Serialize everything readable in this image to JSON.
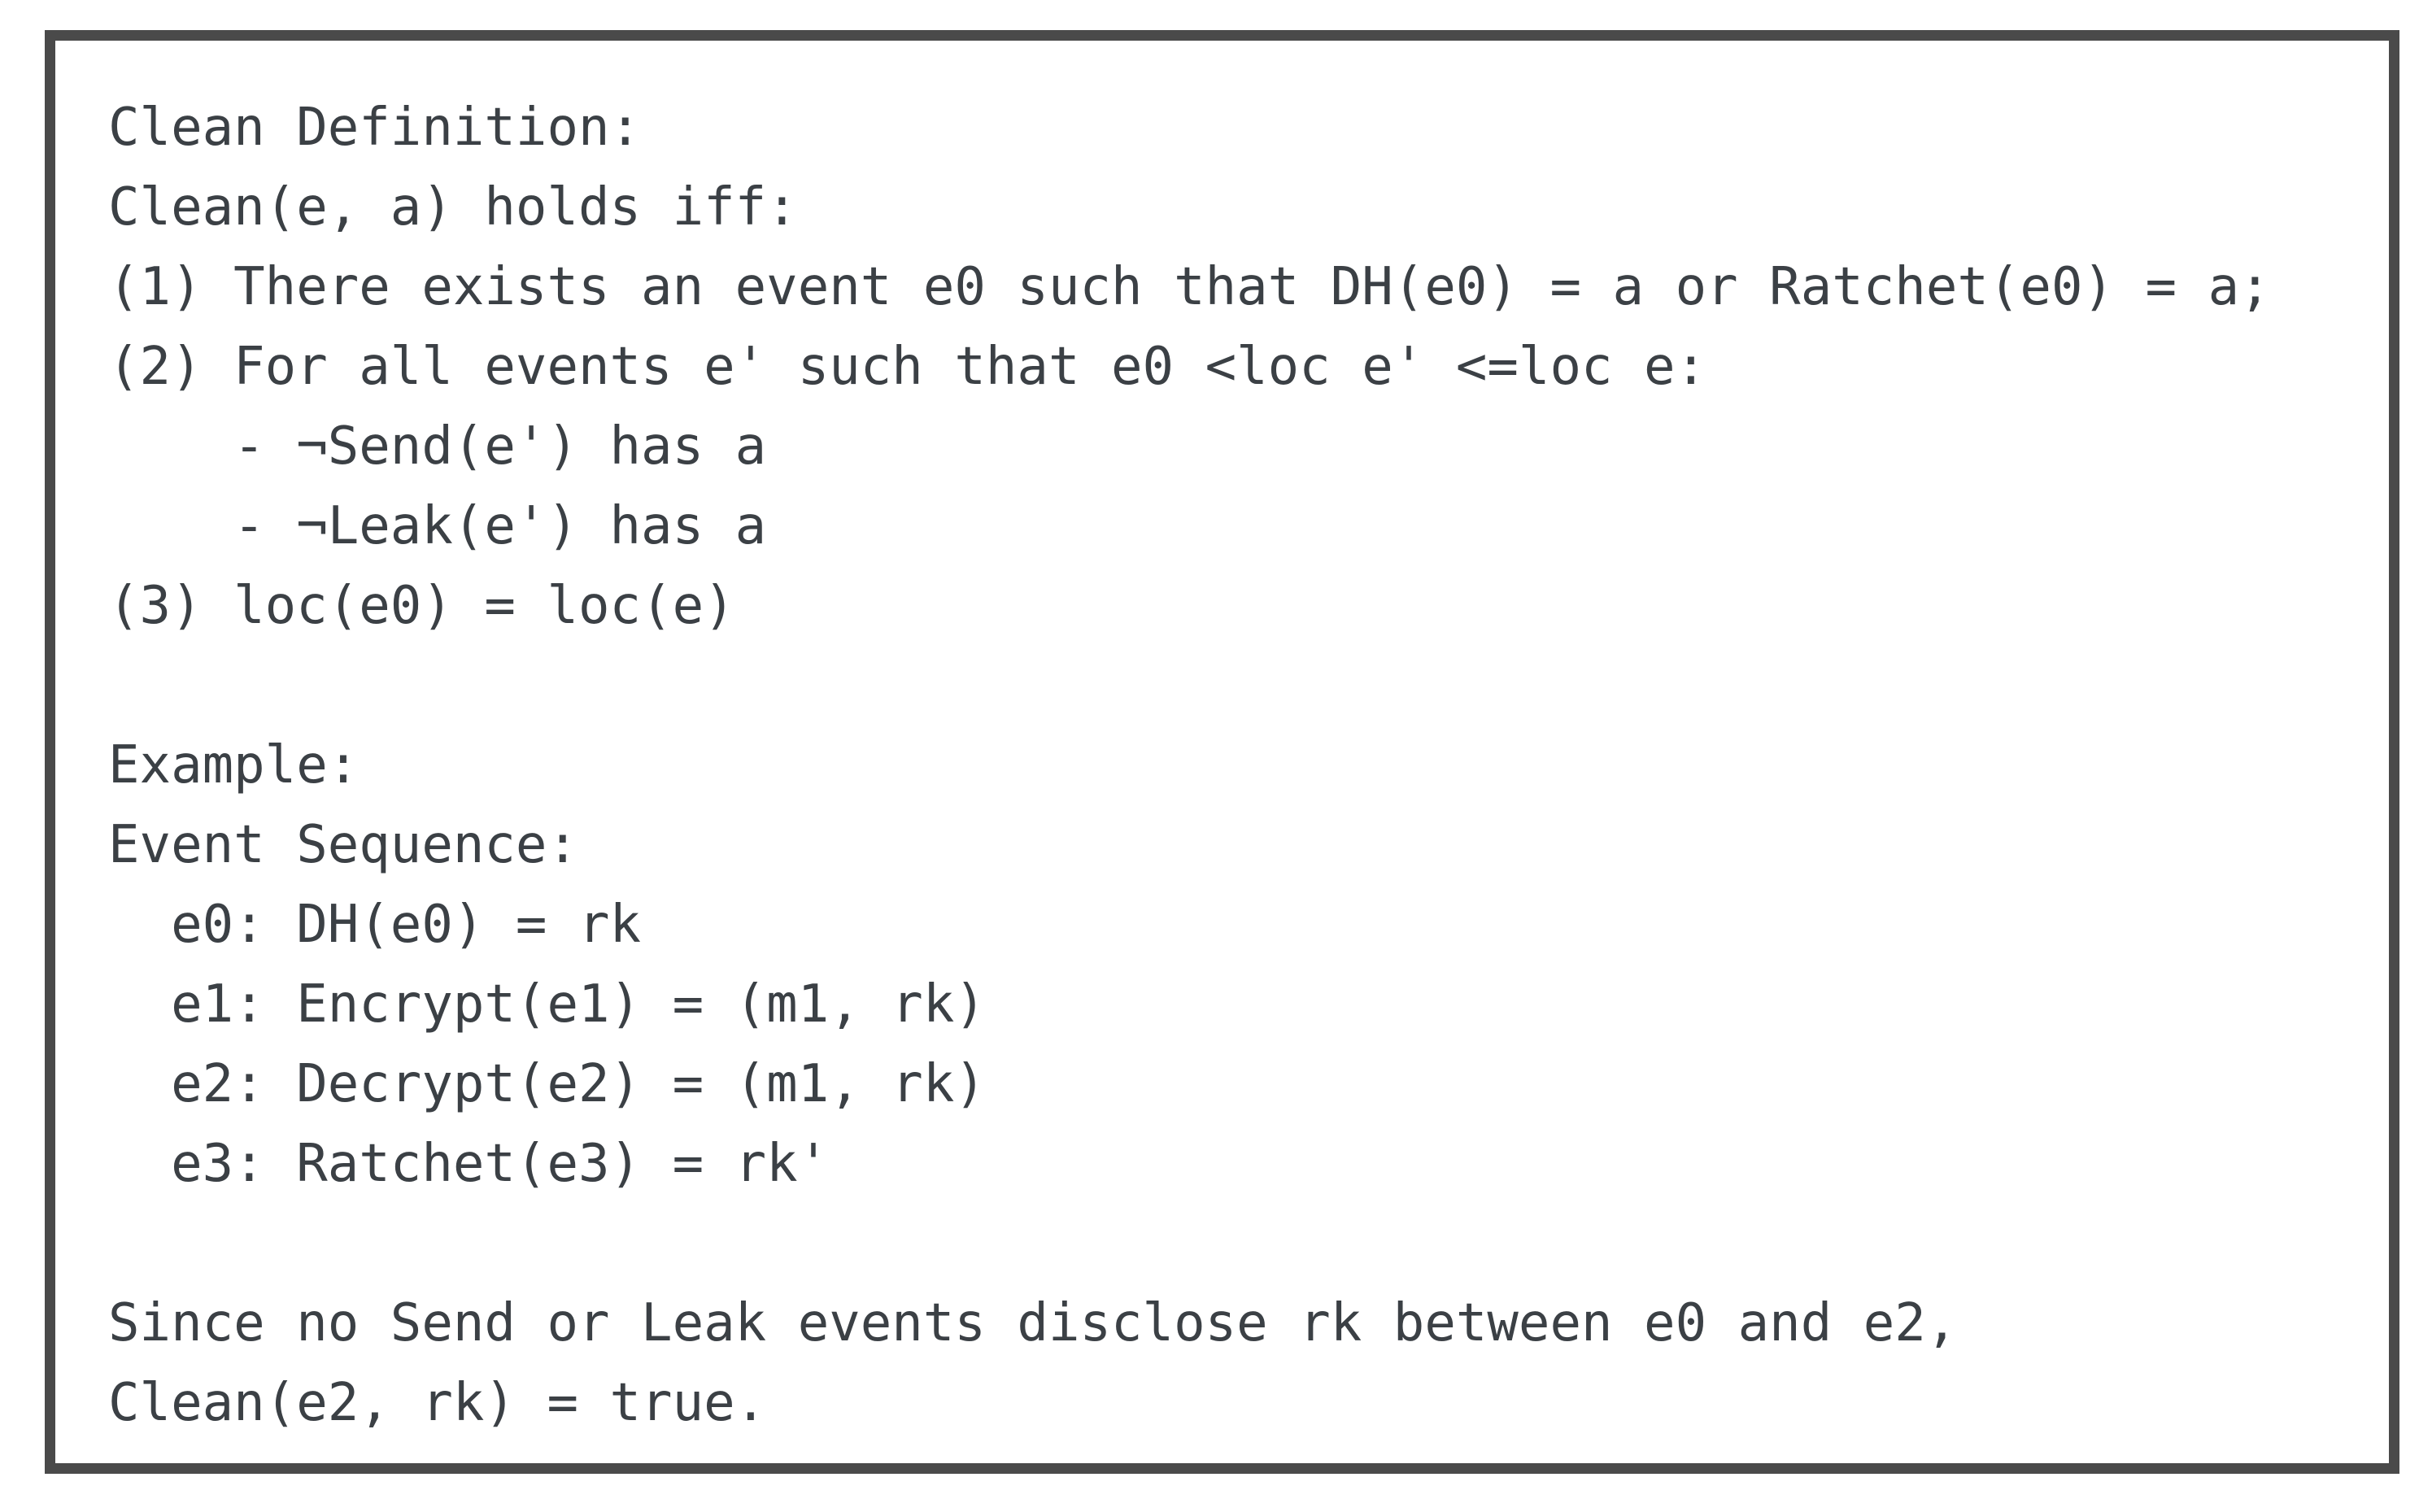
{
  "panel": {
    "title_line": "Clean Definition:",
    "lines": [
      "Clean Definition:",
      "Clean(e, a) holds iff:",
      "(1) There exists an event e0 such that DH(e0) = a or Ratchet(e0) = a;",
      "(2) For all events e' such that e0 <loc e' <=loc e:",
      "    - ¬Send(e') has a",
      "    - ¬Leak(e') has a",
      "(3) loc(e0) = loc(e)",
      "",
      "Example:",
      "Event Sequence:",
      "  e0: DH(e0) = rk",
      "  e1: Encrypt(e1) = (m1, rk)",
      "  e2: Decrypt(e2) = (m1, rk)",
      "  e3: Ratchet(e3) = rk'",
      "",
      "Since no Send or Leak events disclose rk between e0 and e2,",
      "Clean(e2, rk) = true."
    ]
  },
  "colors": {
    "border": "#4a4a4a",
    "text": "#3b4045",
    "background": "#ffffff"
  }
}
